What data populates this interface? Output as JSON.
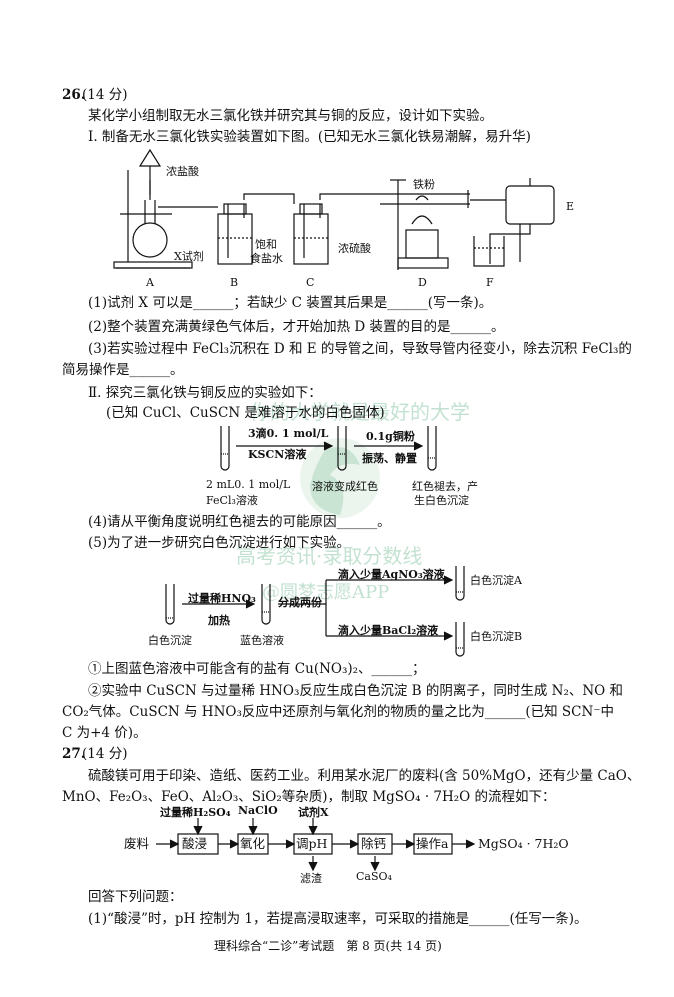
{
  "q26": {
    "head": "26.",
    "score": "(14 分)",
    "intro": "某化学小组制取无水三氯化铁并研究其与铜的反应，设计如下实验。",
    "part1": "Ⅰ. 制备无水三氯化铁实验装置如下图。(已知无水三氯化铁易潮解，易升华)",
    "app": {
      "conc_hcl": "浓盐酸",
      "x_reagent": "X试剂",
      "sat_salt1": "饱和",
      "sat_salt2": "食盐水",
      "conc_h2so4": "浓硫酸",
      "iron_powder": "铁粉",
      "E": "E",
      "letters": [
        "A",
        "B",
        "C",
        "D",
        "F"
      ]
    },
    "s1": "(1)试剂 X 可以是______；若缺少 C 装置其后果是______(写一条)。",
    "s2": "(2)整个装置充满黄绿色气体后，才开始加热 D 装置的目的是______。",
    "s3a": "(3)若实验过程中 FeCl₃沉积在 D 和 E 的导管之间，导致导管内径变小，除去沉积 FeCl₃的",
    "s3b": "简易操作是______。",
    "part2": "Ⅱ. 探究三氯化铁与铜反应的实验如下：",
    "known2": "(已知 CuCl、CuSCN 是难溶于水的白色固体)",
    "flow1": {
      "reag1a": "3滴0. 1 mol/L",
      "reag1b": "KSCN溶液",
      "reag2a": "0.1g铜粉",
      "reag2b": "振荡、静置",
      "tube1a": "2 mL0. 1 mol/L",
      "tube1b": "FeCl₃溶液",
      "tube2": "溶液变成红色",
      "tube3a": "红色褪去，产",
      "tube3b": "生白色沉淀"
    },
    "s4": "(4)请从平衡角度说明红色褪去的可能原因______。",
    "s5": "(5)为了进一步研究白色沉淀进行如下实验。",
    "flow2": {
      "step1a": "过量稀HNO₃",
      "step1b": "加热",
      "split": "分成两份",
      "agno3": "滴入少量AgNO₃溶液",
      "bacl2": "滴入少量BaCl₂溶液",
      "ppt_a": "白色沉淀A",
      "ppt_b": "白色沉淀B",
      "white_ppt": "白色沉淀",
      "blue_sol": "蓝色溶液"
    },
    "s5_1": "①上图蓝色溶液中可能含有的盐有 Cu(NO₃)₂、______；",
    "s5_2a": "②实验中 CuSCN 与过量稀 HNO₃反应生成白色沉淀 B 的阴离子，同时生成 N₂、NO 和",
    "s5_2b": "CO₂气体。CuSCN 与 HNO₃反应中还原剂与氧化剂的物质的量之比为______(已知 SCN⁻中",
    "s5_2c": "C 为+4 价)。"
  },
  "q27": {
    "head": "27.",
    "score": "(14 分)",
    "p1": "硫酸镁可用于印染、造纸、医药工业。利用某水泥厂的废料(含 50%MgO，还有少量 CaO、",
    "p2": "MnO、Fe₂O₃、FeO、Al₂O₃、SiO₂等杂质)，制取 MgSO₄ · 7H₂O 的流程如下：",
    "flow": {
      "feed": "废料",
      "boxes": [
        "酸浸",
        "氧化",
        "调pH",
        "除钙",
        "操作a"
      ],
      "above": [
        "过量稀H₂SO₄",
        "NaClO",
        "试剂X"
      ],
      "below": [
        "滤渣",
        "CaSO₄"
      ],
      "product": "MgSO₄ · 7H₂O"
    },
    "ask": "回答下列问题：",
    "s1": "(1)“酸浸”时，pH 控制为 1，若提高浸取速率，可采取的措施是______(任写一条)。"
  },
  "footer": "理科综合“二诊”考试题　第 8 页(共 14 页)",
  "watermark": {
    "w1": "你的大学就是最好的大学",
    "w2": "高考资讯·录取分数线",
    "w3": "@圆梦志愿APP"
  }
}
